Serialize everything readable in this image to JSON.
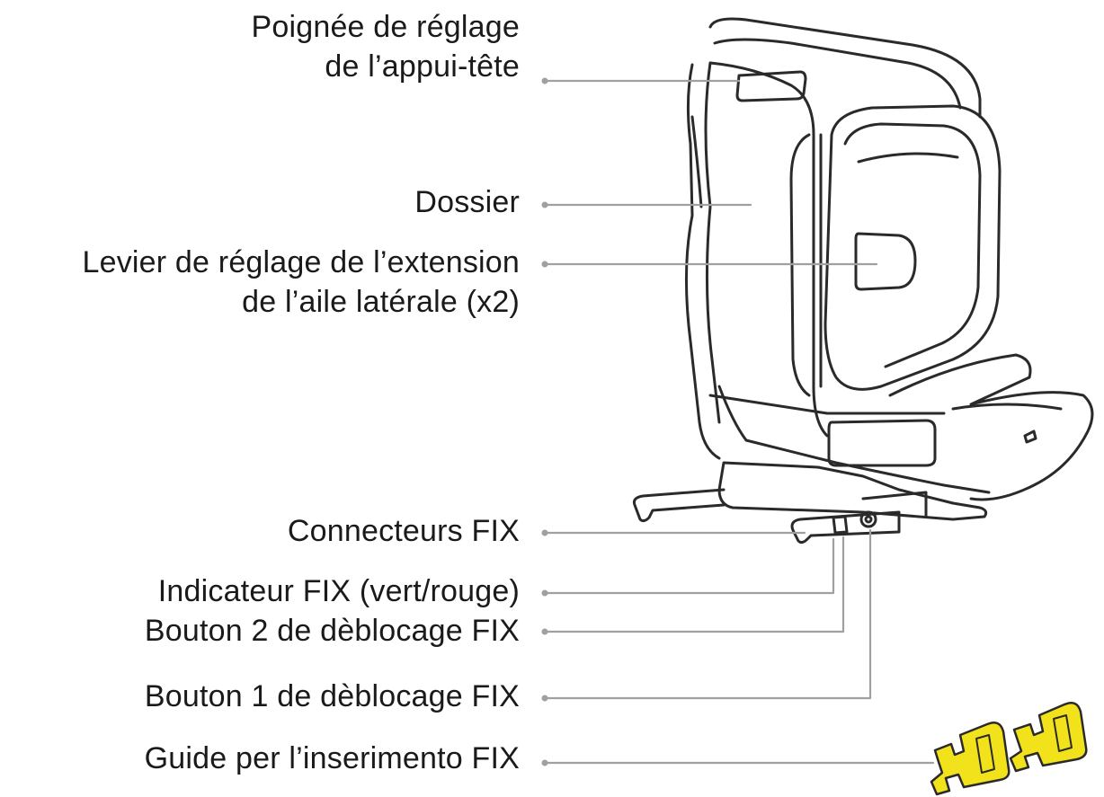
{
  "labels": {
    "headrest_line1": "Poignée de réglage",
    "headrest_line2": "de l’appui-tête",
    "backrest": "Dossier",
    "wing_line1": "Levier de réglage de l’extension",
    "wing_line2": "de l’aile latérale (x2)",
    "connectors": "Connecteurs FIX",
    "indicator": "Indicateur FIX (vert/rouge)",
    "button2": "Bouton 2 de dèblocage FIX",
    "button1": "Bouton 1 de dèblocage FIX",
    "guide": "Guide per l’inserimento FIX"
  },
  "colors": {
    "outline": "#2a2a2a",
    "leader": "#a0a0a0",
    "guide_fill": "#f2e21c"
  }
}
